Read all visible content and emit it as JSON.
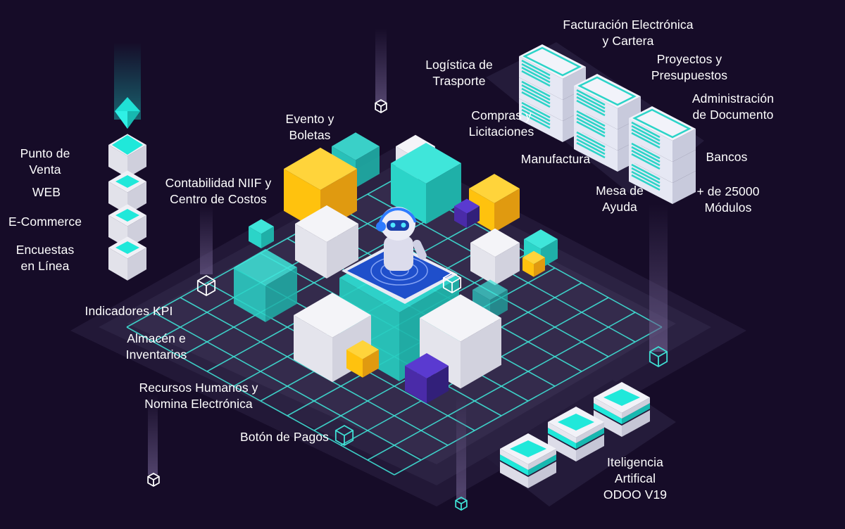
{
  "colors": {
    "background": "#160c28",
    "platform": "#2a2140",
    "platform_top": "#3a3150",
    "grid": "#3fe0d4",
    "teal": "#2bd4c8",
    "teal_bright": "#20e8da",
    "yellow": "#ffc20e",
    "purple": "#4a2ba8",
    "white_cube": "#eeeef4",
    "robot_screen": "#1e4fc8",
    "text": "#ffffff"
  },
  "left_stack_labels": [
    {
      "id": "punto-de-venta",
      "lines": [
        "Punto de",
        "Venta"
      ]
    },
    {
      "id": "web",
      "lines": [
        "WEB"
      ]
    },
    {
      "id": "e-commerce",
      "lines": [
        "E-Commerce"
      ]
    },
    {
      "id": "encuestas",
      "lines": [
        "Encuestas",
        "en Línea"
      ]
    }
  ],
  "module_labels": [
    {
      "id": "evento-boletas",
      "lines": [
        "Evento y",
        "Boletas"
      ]
    },
    {
      "id": "contabilidad",
      "lines": [
        "Contabilidad NIIF y",
        "Centro de Costos"
      ]
    },
    {
      "id": "indicadores-kpi",
      "lines": [
        "Indicadores KPI"
      ]
    },
    {
      "id": "almacen",
      "lines": [
        "Almacén e",
        "Inventarios"
      ]
    },
    {
      "id": "recursos-humanos",
      "lines": [
        "Recursos Humanos y",
        "Nomina Electrónica"
      ]
    },
    {
      "id": "boton-pagos",
      "lines": [
        "Botón de Pagos"
      ]
    }
  ],
  "server_labels": [
    {
      "id": "facturacion",
      "lines": [
        "Facturación Electrónica",
        "y Cartera"
      ]
    },
    {
      "id": "logistica",
      "lines": [
        "Logística de",
        "Trasporte"
      ]
    },
    {
      "id": "proyectos",
      "lines": [
        "Proyectos y",
        "Presupuestos"
      ]
    },
    {
      "id": "compras",
      "lines": [
        "Compras y",
        "Licitaciones"
      ]
    },
    {
      "id": "administracion",
      "lines": [
        "Administración",
        "de Documento"
      ]
    },
    {
      "id": "manufactura",
      "lines": [
        "Manufactura"
      ]
    },
    {
      "id": "bancos",
      "lines": [
        "Bancos"
      ]
    },
    {
      "id": "mesa-ayuda",
      "lines": [
        "Mesa de",
        "Ayuda"
      ]
    },
    {
      "id": "modulos",
      "lines": [
        "+ de 25000",
        "Módulos"
      ]
    }
  ],
  "ai_label": {
    "id": "inteligencia-artificial",
    "lines": [
      "Iteligencia",
      "Artifical",
      "ODOO V19"
    ]
  },
  "icons": [
    "wireframe-cube-icon",
    "diamond-gem-icon",
    "robot-icon",
    "server-rack-icon",
    "tablet-icon"
  ]
}
